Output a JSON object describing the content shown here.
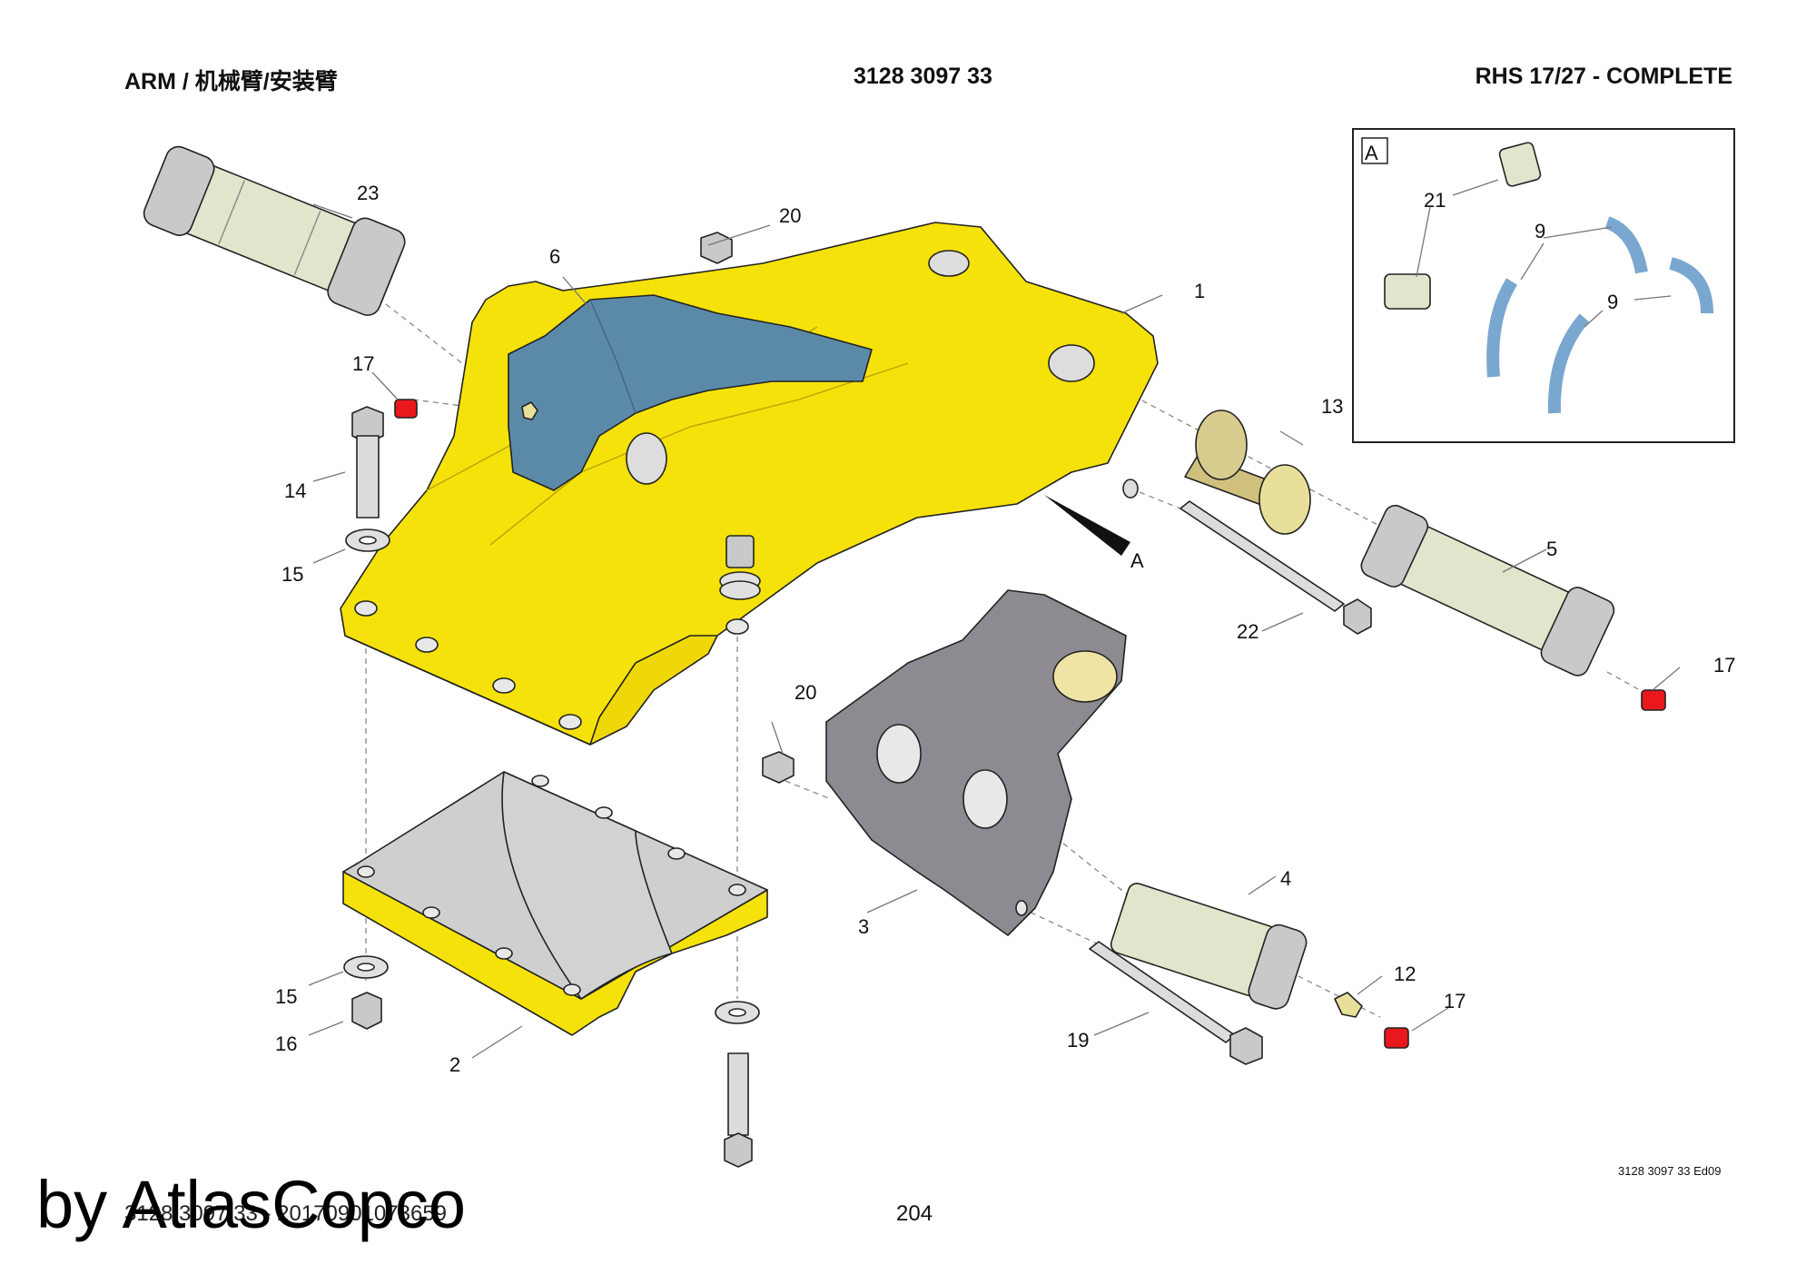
{
  "header": {
    "left": "ARM / 机械臂/安装臂",
    "center": "3128 3097 33",
    "right": "RHS 17/27 - COMPLETE"
  },
  "detail_view": {
    "title": "A"
  },
  "view_arrow_label": "A",
  "callouts": {
    "c1": "1",
    "c2": "2",
    "c3": "3",
    "c4": "4",
    "c5": "5",
    "c6": "6",
    "c9a": "9",
    "c9b": "9",
    "c12": "12",
    "c13": "13",
    "c14": "14",
    "c15a": "15",
    "c15b": "15",
    "c16": "16",
    "c17a": "17",
    "c17b": "17",
    "c17c": "17",
    "c19": "19",
    "c20a": "20",
    "c20b": "20",
    "c21": "21",
    "c22": "22",
    "c23": "23"
  },
  "footer": {
    "edition": "3128 3097 33 Ed09",
    "code": "3128 3097 33 - 20170901073659",
    "page": "204"
  },
  "watermark": "by AtlasCopco",
  "colors": {
    "arm_yellow": "#f5e20a",
    "blue_parts": "#5b8aa9",
    "grey_bracket": "#8d8a92",
    "pin_green": "#dfe6cb",
    "grease_red": "#e8181c",
    "bushing_tan": "#cfc07e",
    "hose_blue": "#7aa7cf"
  }
}
